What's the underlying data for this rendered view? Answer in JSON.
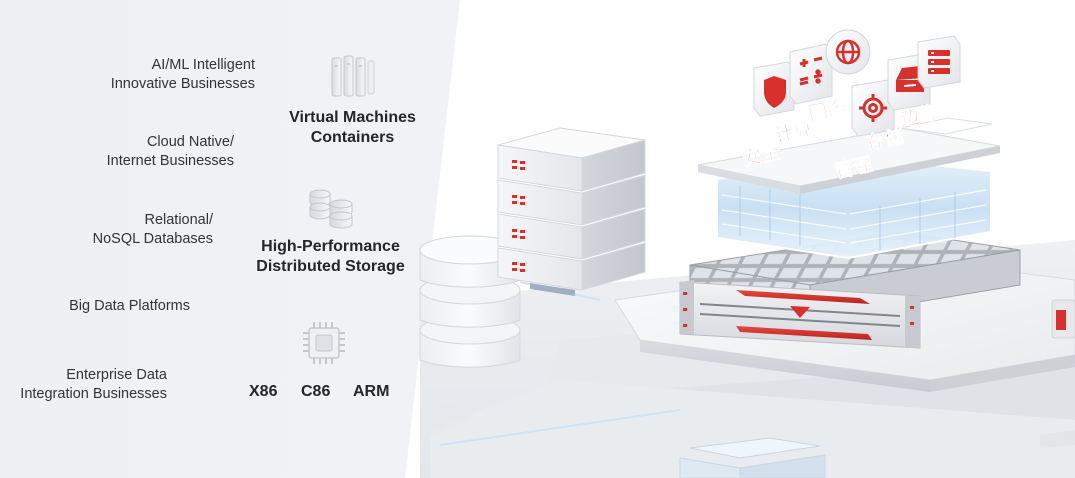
{
  "business_types": {
    "ai_ml": [
      "AI/ML Intelligent",
      "Innovative Businesses"
    ],
    "cloud_native": [
      "Cloud Native/",
      "Internet Businesses"
    ],
    "databases": [
      "Relational/",
      "NoSQL Databases"
    ],
    "big_data": "Big Data Platforms",
    "enterprise": [
      "Enterprise Data",
      "Integration Businesses"
    ]
  },
  "capabilities": {
    "compute": [
      "Virtual Machines",
      "Containers"
    ],
    "storage": [
      "High-Performance",
      "Distributed Storage"
    ]
  },
  "architectures": [
    "X86",
    "C86",
    "ARM"
  ],
  "icons": {
    "compute": "server-rack-icon",
    "storage": "database-stack-icon",
    "chip": "cpu-chip-icon",
    "security": "shield-icon",
    "compute_tile": "calculator-icon",
    "network": "globe-icon",
    "management": "gear-icon",
    "storage_tile": "storage-drawer-icon",
    "edge": "server-list-icon"
  },
  "floating_labels": {
    "security": "安全",
    "compute": "计算",
    "network": "网络",
    "storage": "存储",
    "management": "管理",
    "edge": "边缘"
  },
  "colors": {
    "accent_red": "#d8302c",
    "text_dark": "#262626",
    "text_body": "#333333",
    "panel": "#eff1f4"
  }
}
